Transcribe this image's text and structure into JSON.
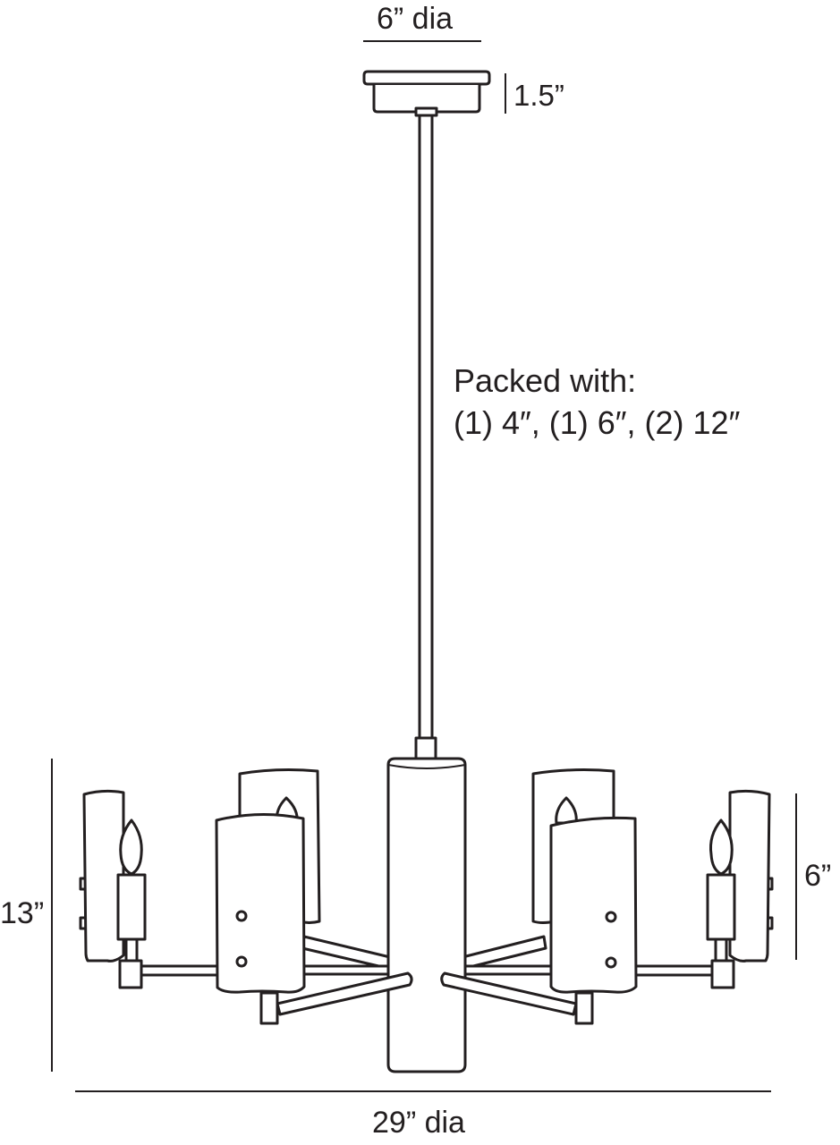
{
  "dimensions": {
    "canopy_diameter": "6” dia",
    "canopy_height": "1.5”",
    "overall_height": "13”",
    "shade_height": "6”",
    "overall_diameter": "29” dia"
  },
  "notes": {
    "packed_with_title": "Packed with:",
    "packed_with_rods": "(1) 4″, (1) 6″, (2) 12″"
  },
  "colors": {
    "line": "#231f20",
    "background": "#ffffff"
  }
}
